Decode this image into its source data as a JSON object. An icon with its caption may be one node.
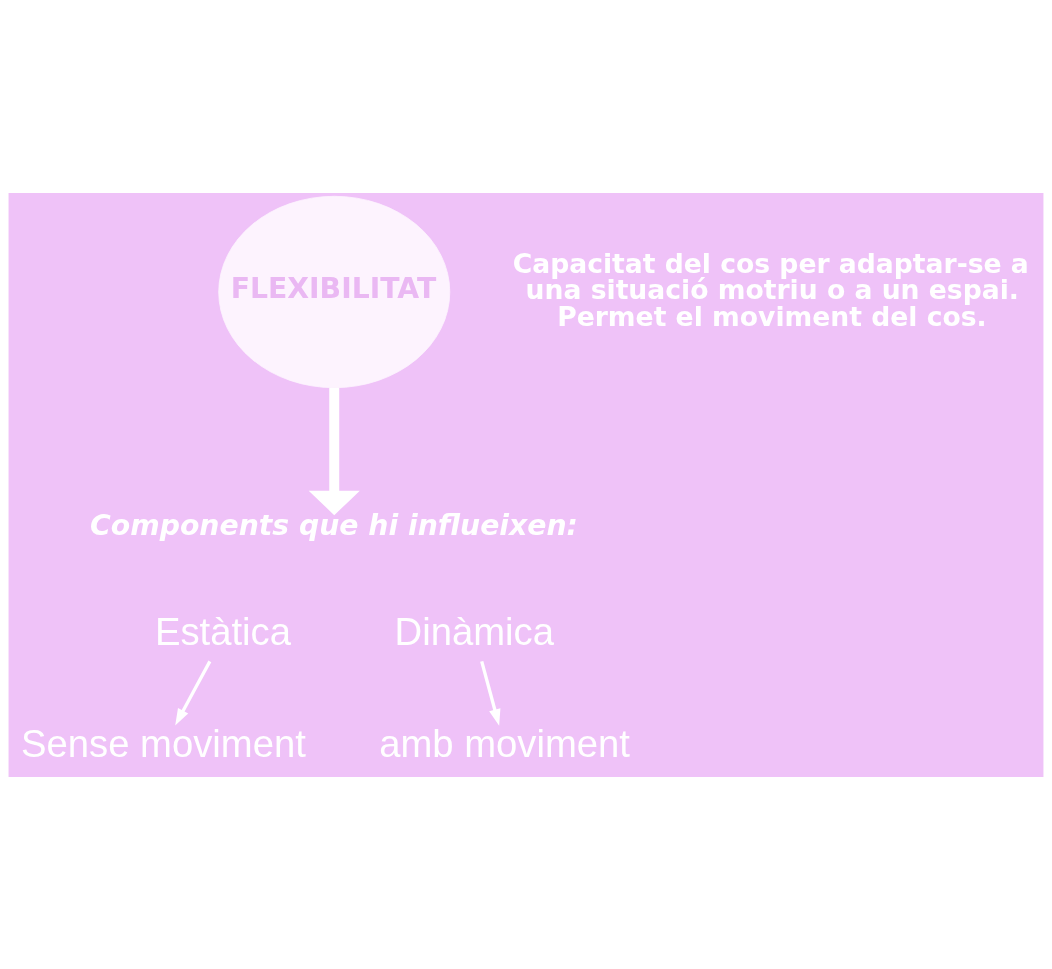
{
  "diagram": {
    "nodes": [
      {
        "text": [
          "FLEXIBILITAT"
        ]
      },
      {
        "text": [
          "Components que hi influeixen:"
        ]
      },
      {
        "text": [
          "Estàtica"
        ]
      },
      {
        "text": [
          "Dinàmica"
        ]
      },
      {
        "text": [
          "Sense moviment"
        ]
      },
      {
        "text": [
          "amb moviment"
        ]
      }
    ],
    "edges": [
      {
        "from": 0,
        "to": 1,
        "arrow": "to",
        "style": "thick"
      },
      {
        "from": 2,
        "to": 4,
        "arrow": "to"
      },
      {
        "from": 3,
        "to": 5,
        "arrow": "to"
      }
    ],
    "labels": [
      "Capacitat del cos per adaptar-se a una situació motriu o a un espai. Permet el moviment del cos."
    ]
  }
}
